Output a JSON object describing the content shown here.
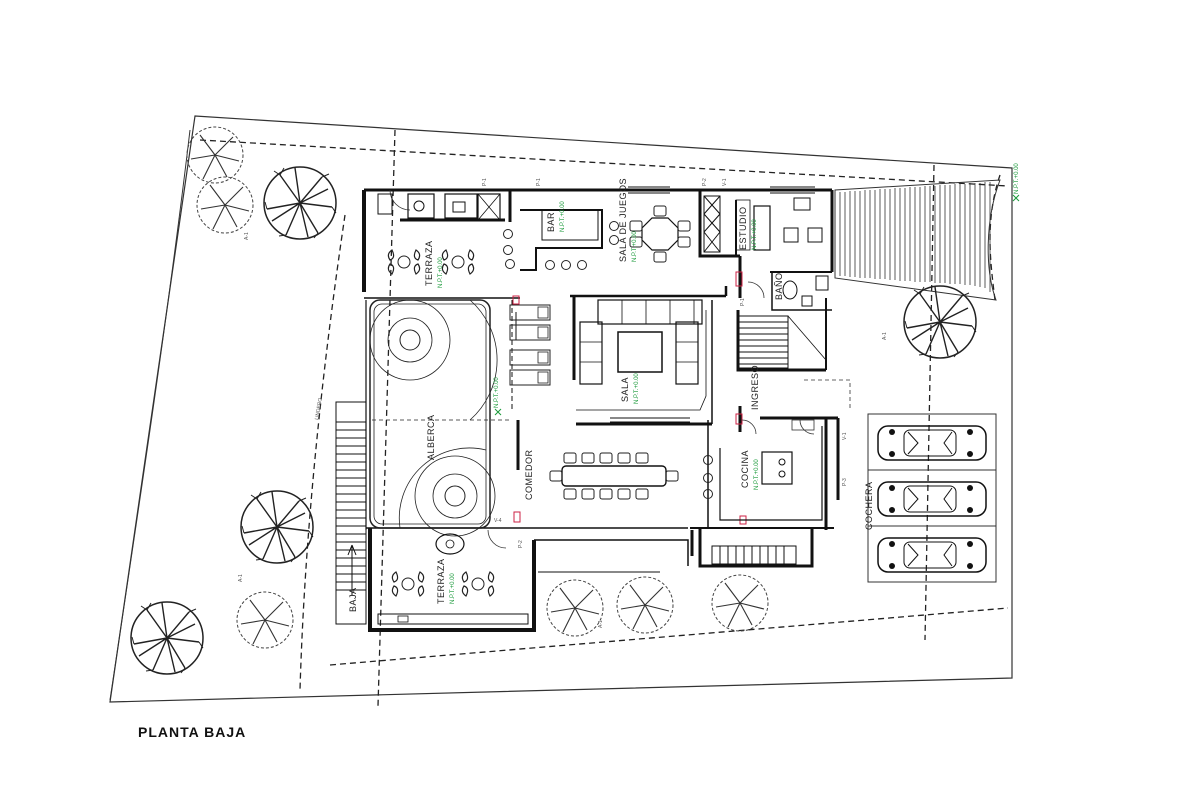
{
  "caption": "PLANTA BAJA",
  "rooms": {
    "terraza_top": "TERRAZA",
    "bar": "BAR",
    "sala_juegos": "SALA DE JUEGOS",
    "estudio": "ESTUDIO",
    "bano": "BAÑO",
    "sala": "SALA",
    "ingreso": "INGRESO",
    "alberca": "ALBERCA",
    "comedor": "COMEDOR",
    "cocina": "COCINA",
    "cochera": "COCHERA",
    "terraza_bottom": "TERRAZA",
    "baja": "BAJA"
  },
  "level_tags": {
    "terraza_top": "N.P.T.+0.00",
    "bar": "N.P.T.+0.00",
    "sala_juegos": "N.P.T.+0.00",
    "estudio": "N.P.T.+0.00",
    "sala": "N.P.T.+0.00",
    "alberca": "N.P.T.+0.00",
    "cocina": "N.P.T.+0.00",
    "terraza_bottom": "N.P.T.+0.00",
    "site": "N.P.T.+0.00"
  },
  "door_tags": {
    "p1": "P-1",
    "p2": "P-1",
    "p3": "P-2",
    "p4": "P-3",
    "p5": "P-2",
    "p6": "P-1"
  },
  "window_tags": {
    "v1": "V-1",
    "v2": "V-1",
    "v3": "V-4"
  },
  "misc": {
    "lindero": "LINDERO"
  },
  "tree_tags": [
    "A-1",
    "A-1",
    "A-1",
    "A-1"
  ],
  "colors": {
    "line": "#1a1a1a",
    "dashed": "#222222",
    "level_green": "#1a9a3a",
    "accent_red": "#cc2244"
  }
}
